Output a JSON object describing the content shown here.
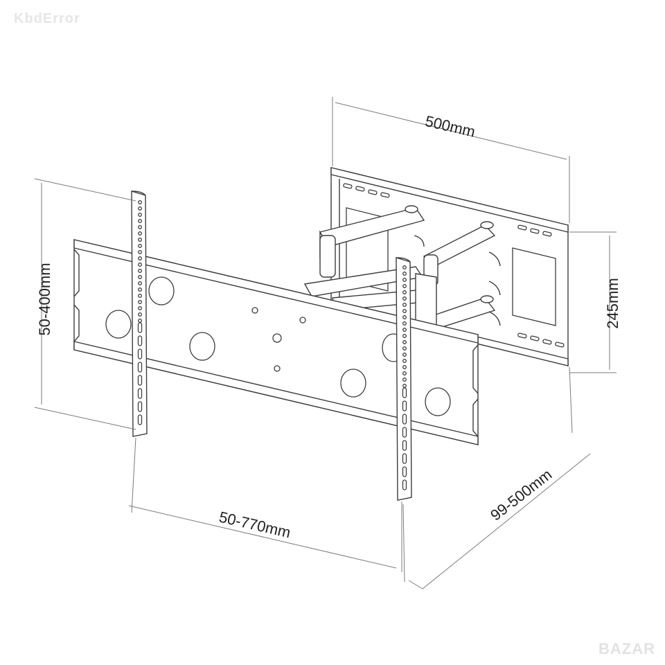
{
  "watermark": "KbdError",
  "logo": "BAZAR",
  "dimensions": {
    "wall_width": "500mm",
    "wall_height": "245mm",
    "vesa_vertical": "50-400mm",
    "vesa_horizontal": "50-770mm",
    "extension": "99-500mm"
  }
}
